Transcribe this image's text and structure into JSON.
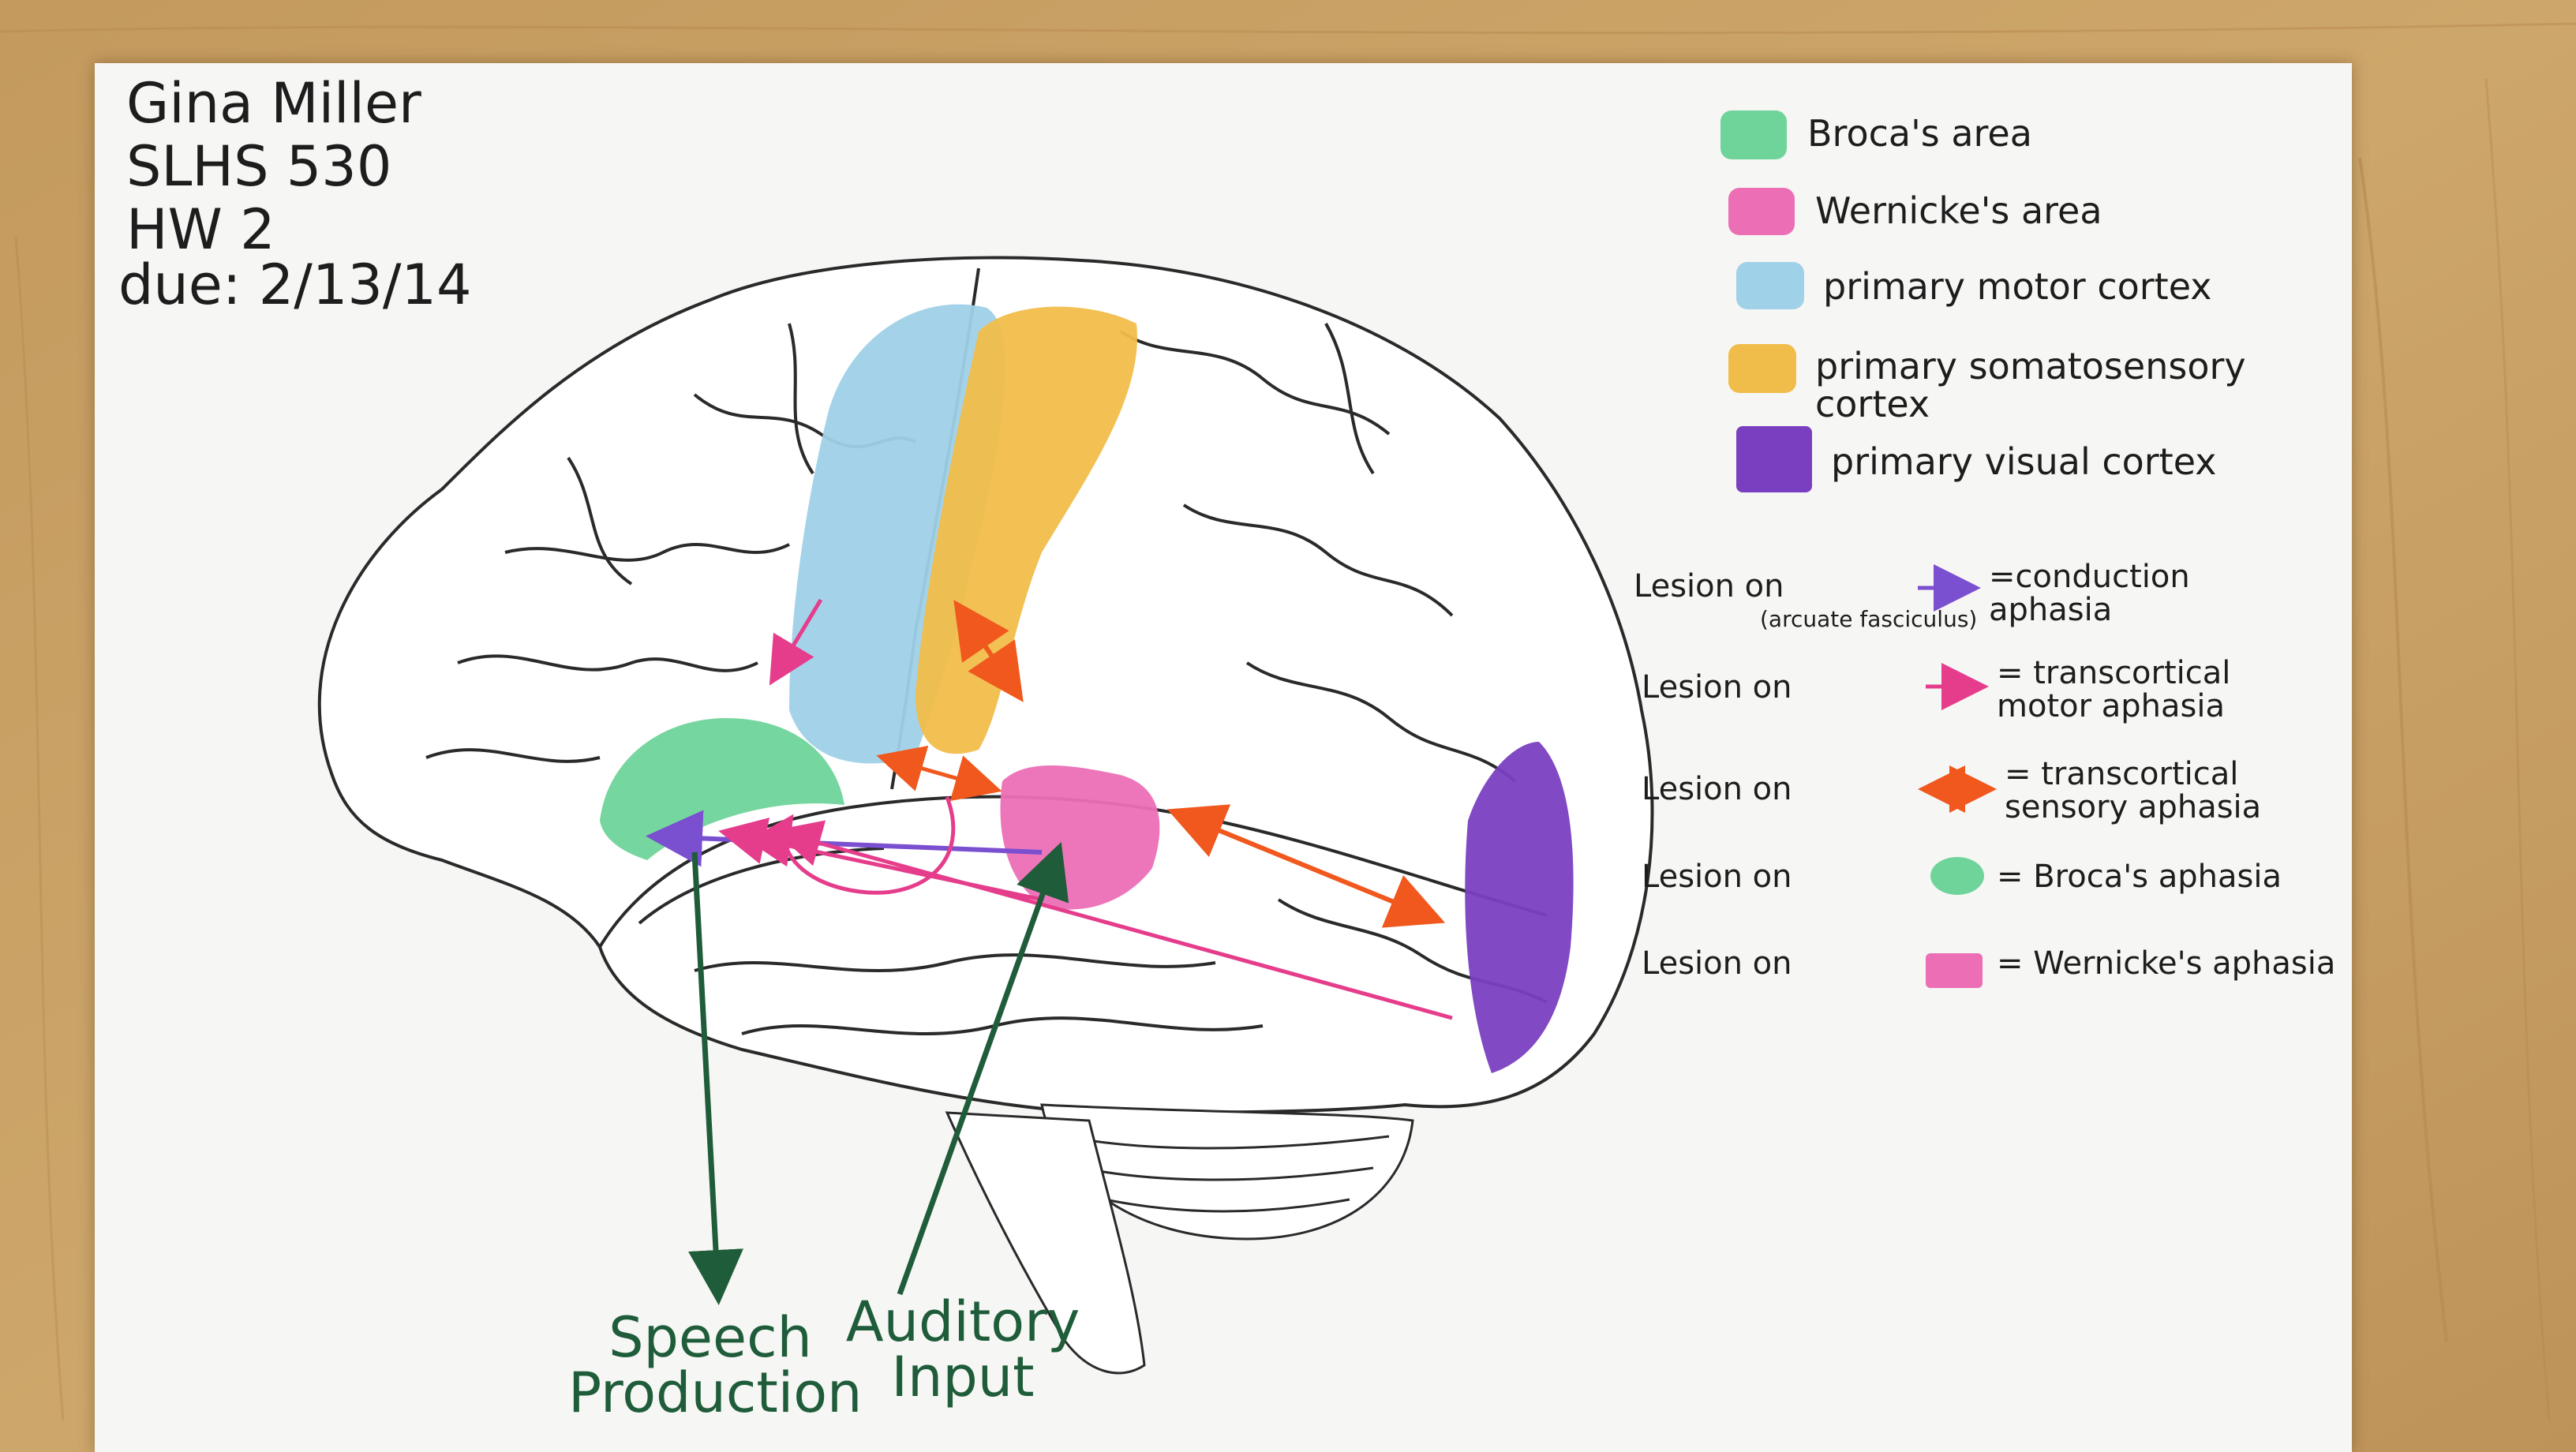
{
  "header": {
    "name": "Gina Miller",
    "course": "SLHS 530",
    "assignment": "HW 2",
    "due": "due: 2/13/14"
  },
  "legend": [
    {
      "label": "Broca's area",
      "color": "#6fd49a",
      "region": "broca"
    },
    {
      "label": "Wernicke's area",
      "color": "#ec6fb6",
      "region": "wernicke"
    },
    {
      "label": "primary motor cortex",
      "color": "#9fd1e8",
      "region": "motor"
    },
    {
      "label": "primary somatosensory cortex",
      "color": "#f1bd4a",
      "region": "somatosensory"
    },
    {
      "label": "primary visual cortex",
      "color": "#7a3fc0",
      "region": "visual"
    }
  ],
  "lesions": [
    {
      "prefix": "Lesion on",
      "marker": "purple-arrow",
      "marker_color": "#7a4fd0",
      "result": "=conduction aphasia",
      "note": "(arcuate fasciculus)"
    },
    {
      "prefix": "Lesion on",
      "marker": "pink-arrow",
      "marker_color": "#e53d8c",
      "result": "= transcortical motor aphasia"
    },
    {
      "prefix": "Lesion on",
      "marker": "orange-double-arrow",
      "marker_color": "#f0581e",
      "result": "= transcortical sensory aphasia"
    },
    {
      "prefix": "Lesion on",
      "marker": "green-swatch",
      "marker_color": "#6fd49a",
      "result": "= Broca's aphasia"
    },
    {
      "prefix": "Lesion on",
      "marker": "pink-swatch",
      "marker_color": "#ec6fb6",
      "result": "= Wernicke's aphasia"
    }
  ],
  "diagram_labels": {
    "speech_production": "Speech Production",
    "auditory_input": "Auditory Input"
  },
  "colors": {
    "ink_green": "#1f5c3a",
    "ink_dark": "#222222",
    "paper": "#f6f6f4",
    "wood": "#c79e62"
  }
}
